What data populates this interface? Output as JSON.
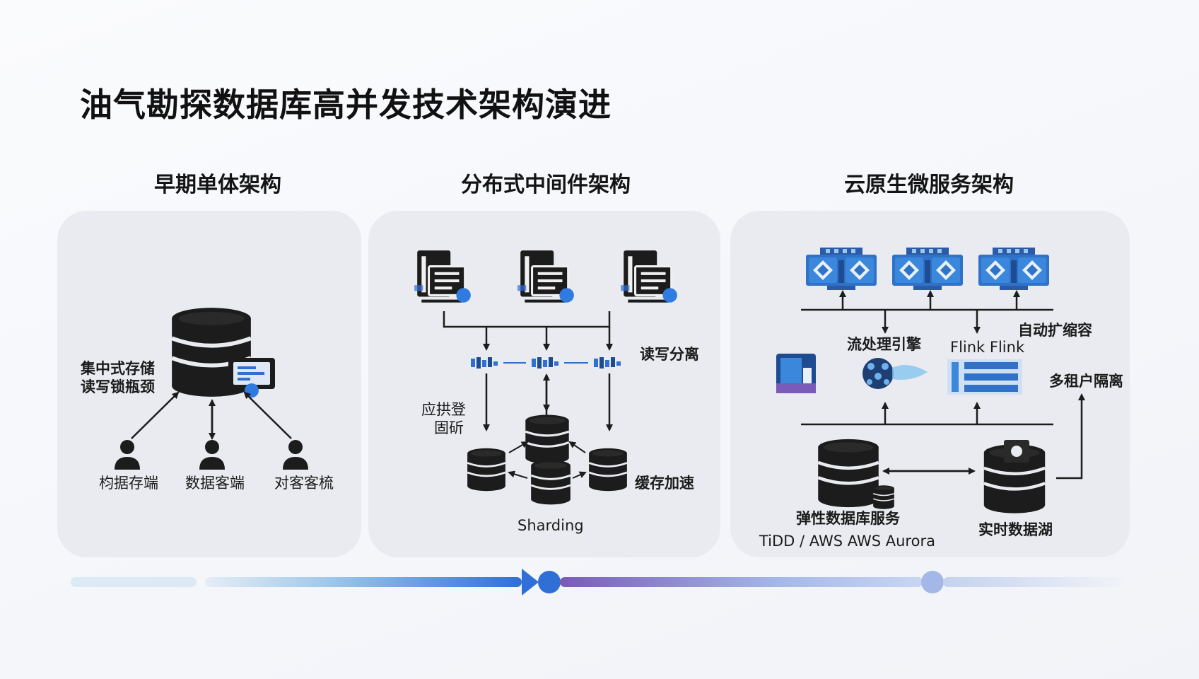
{
  "title": "油气勘探数据库高并发技术架构演进",
  "sections": {
    "early": {
      "title": "早期单体架构",
      "bottleneck_line1": "集中式存储",
      "bottleneck_line2": "读写锁瓶颈",
      "clients": [
        "枃据存端",
        "数据客端",
        "对客客梳"
      ]
    },
    "middleware": {
      "title": "分布式中间件架构",
      "rw_split": "读写分离",
      "left_line1": "应拱登",
      "left_line2": "固斫",
      "cache": "缓存加速",
      "sharding": "Sharding"
    },
    "cloud": {
      "title": "云原生微服务架构",
      "autoscale": "自动扩缩容",
      "stream": "流处理引擎",
      "flink": "Flink Flink",
      "multitenant": "多租户隔离",
      "elastic_db": "弹性数据库服务",
      "products": "TiDD / AWS AWS Aurora",
      "datalake": "实时数据湖"
    }
  },
  "colors": {
    "accent_blue": "#2f6fd6",
    "accent_purple": "#7a5bb8",
    "icon_dark": "#1c1c1c",
    "panel_bg": "#e9ebf0"
  }
}
